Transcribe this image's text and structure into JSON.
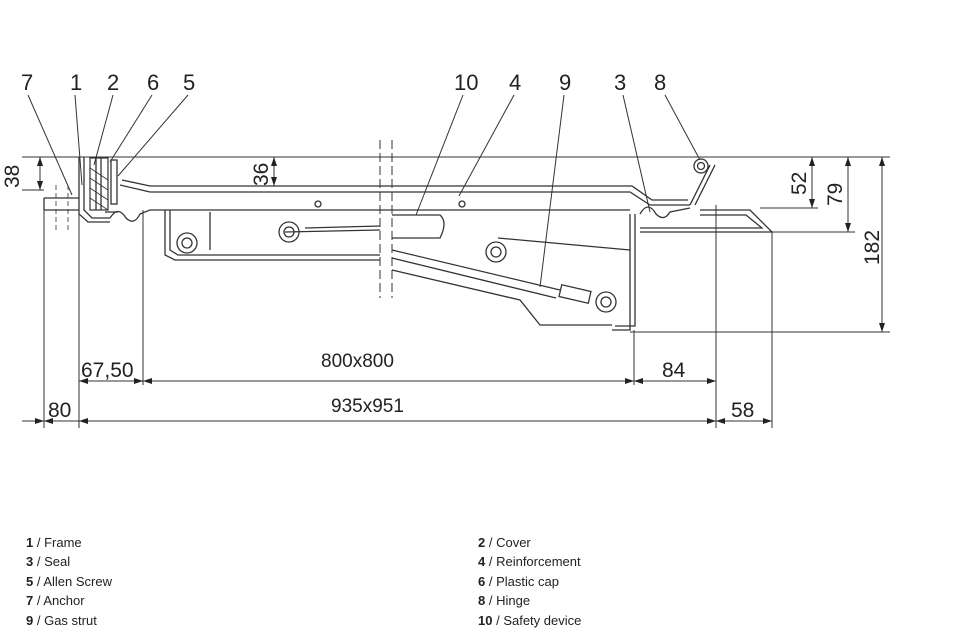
{
  "callouts": {
    "c7": "7",
    "c1": "1",
    "c2": "2",
    "c6": "6",
    "c5": "5",
    "c10": "10",
    "c4": "4",
    "c9": "9",
    "c3": "3",
    "c8": "8"
  },
  "dimensions": {
    "d38": "38",
    "d36": "36",
    "d52": "52",
    "d79": "79",
    "d182": "182",
    "d67_50": "67,50",
    "d800": "800x800",
    "d84": "84",
    "d80": "80",
    "d935": "935x951",
    "d58": "58"
  },
  "legend": {
    "left": [
      {
        "num": "1",
        "label": "Frame"
      },
      {
        "num": "3",
        "label": "Seal"
      },
      {
        "num": "5",
        "label": "Allen Screw"
      },
      {
        "num": "7",
        "label": "Anchor"
      },
      {
        "num": "9",
        "label": "Gas strut"
      }
    ],
    "right": [
      {
        "num": "2",
        "label": "Cover"
      },
      {
        "num": "4",
        "label": "Reinforcement"
      },
      {
        "num": "6",
        "label": "Plastic cap"
      },
      {
        "num": "8",
        "label": "Hinge"
      },
      {
        "num": "10",
        "label": "Safety device"
      }
    ],
    "separator": " / "
  }
}
